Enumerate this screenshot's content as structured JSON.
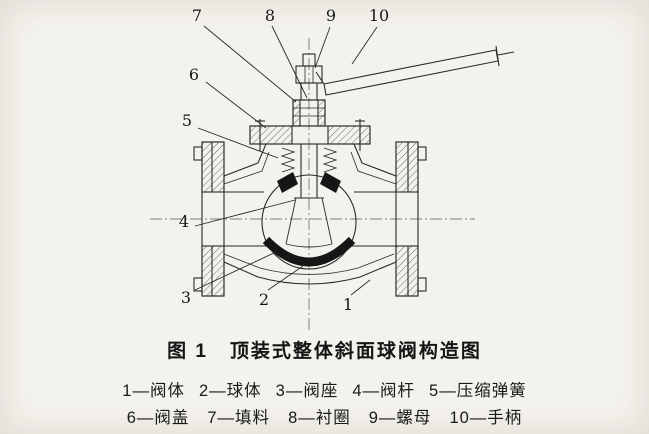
{
  "figure": {
    "caption": "图 1   顶装式整体斜面球阀构造图"
  },
  "callouts": [
    "7",
    "8",
    "9",
    "10",
    "6",
    "5",
    "4",
    "3",
    "2",
    "1"
  ],
  "legend": {
    "row1": [
      "1—阀体",
      "2—球体",
      "3—阀座",
      "4—阀杆",
      "5—压缩弹簧"
    ],
    "row2": [
      "6—阀盖",
      "7—填料",
      "8—衬圈",
      "9—螺母",
      "10—手柄"
    ]
  },
  "colors": {
    "paper": "#f4f2ec",
    "ink": "#2a2a2a",
    "seat_black": "#161616"
  }
}
